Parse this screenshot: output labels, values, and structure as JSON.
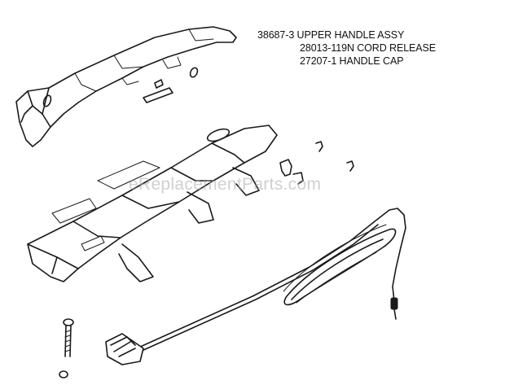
{
  "labels": {
    "upper_handle": "38687-3 UPPER HANDLE ASSY",
    "cord_release": "28013-119N CORD RELEASE",
    "handle_cap": "27207-1 HANDLE CAP"
  },
  "watermark": "eReplacementParts.com",
  "colors": {
    "line": "#1a1a1a",
    "background": "#ffffff",
    "watermark": "#aaaaaa"
  }
}
